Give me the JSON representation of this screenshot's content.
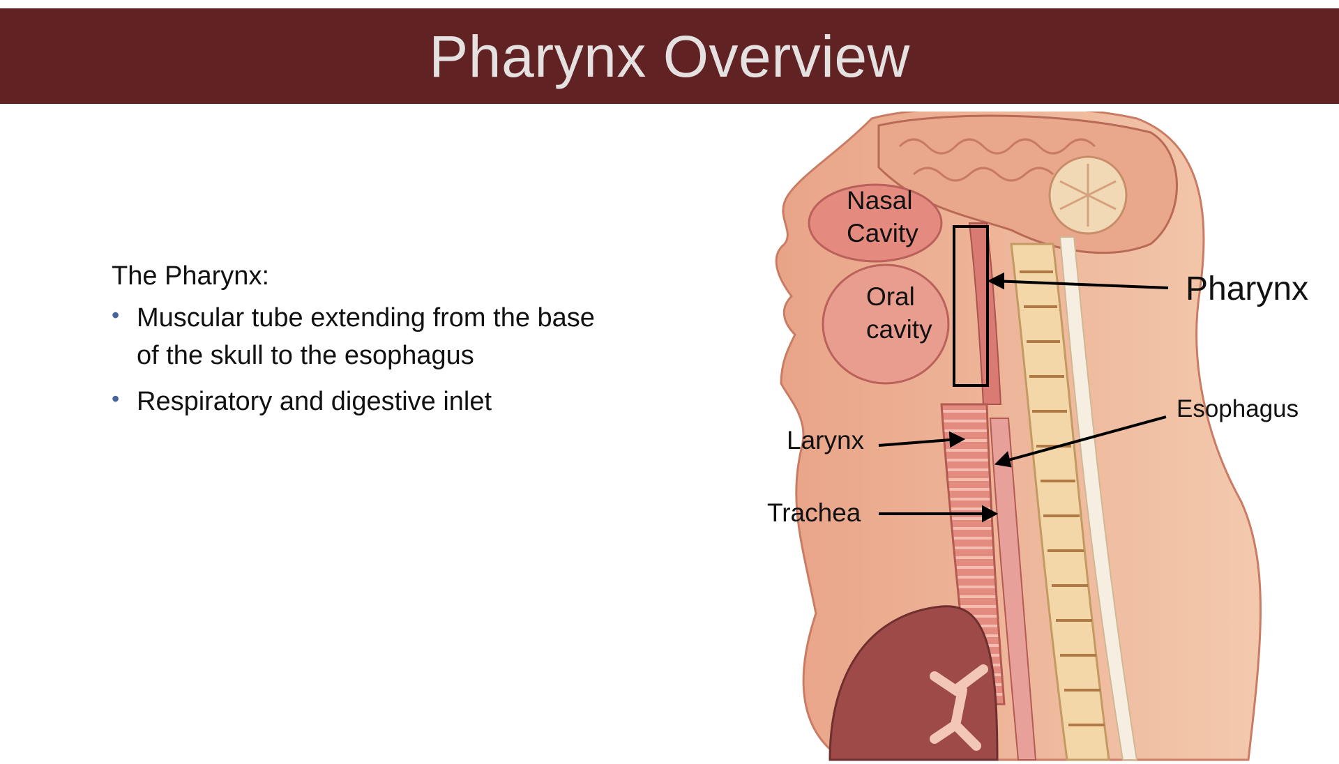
{
  "slide": {
    "title": "Pharynx Overview",
    "intro": "The Pharynx:",
    "bullets": [
      "Muscular tube extending from the base of the skull to the esophagus",
      "Respiratory and digestive inlet"
    ]
  },
  "figure": {
    "labels": {
      "nasal_line1": "Nasal",
      "nasal_line2": "Cavity",
      "oral_line1": "Oral",
      "oral_line2": "cavity",
      "pharynx": "Pharynx",
      "esophagus": "Esophagus",
      "larynx": "Larynx",
      "trachea": "Trachea"
    }
  },
  "colors": {
    "title_bar": "#612223",
    "title_text": "#e6e1e1",
    "bullet": "#44649a"
  }
}
